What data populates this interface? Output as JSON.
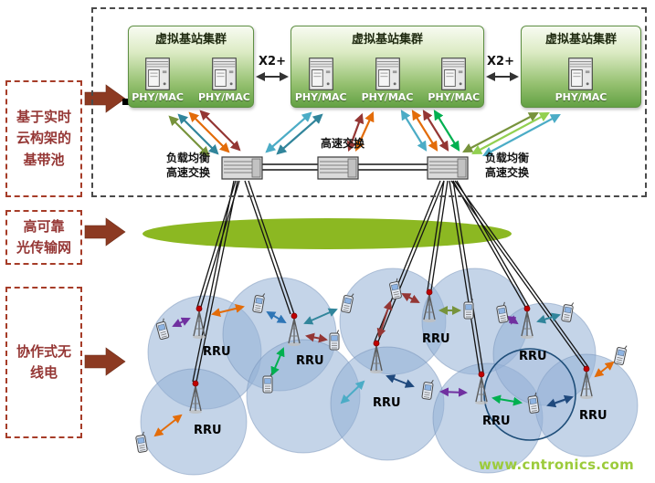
{
  "left_panels": [
    {
      "label": "基于实时\n云构架的\n基带池"
    },
    {
      "label": "高可靠\n光传输网"
    },
    {
      "label": "协作式无\n线电"
    }
  ],
  "clusters": [
    {
      "title": "虚拟基站集群",
      "servers": [
        "PHY/MAC",
        "PHY/MAC"
      ]
    },
    {
      "title": "虚拟基站集群",
      "servers": [
        "PHY/MAC",
        "PHY/MAC",
        "PHY/MAC"
      ]
    },
    {
      "title": "虚拟基站集群",
      "servers": [
        "PHY/MAC"
      ]
    }
  ],
  "x2": {
    "left": "X2+",
    "right": "X2+"
  },
  "switches": {
    "left_label": "负载均衡\n高速交换",
    "middle_label": "高速交换",
    "right_label": "负载均衡\n高速交换"
  },
  "rrus": [
    {
      "label": "RRU"
    },
    {
      "label": "RRU"
    },
    {
      "label": "RRU"
    },
    {
      "label": "RRU"
    },
    {
      "label": "RRU"
    },
    {
      "label": "RRU"
    },
    {
      "label": "RRU"
    },
    {
      "label": "RRU"
    }
  ],
  "watermark": "www.cntronics.com",
  "palette": {
    "panel_maroon": "#953735",
    "block_arrow": "#8C3A22",
    "cluster_green_dark": "#63A144",
    "cluster_green_light": "#F8FBF2",
    "optical_ellipse_green": "#8CB822",
    "cell_blue": "#94B1D6",
    "highlight_circle_navy": "#1F4E79",
    "watermark_green": "#9CCB3B",
    "flow_arrow_colors": [
      "#31859B",
      "#4BACC6",
      "#E36C09",
      "#943634",
      "#77933C",
      "#00B050",
      "#92D050",
      "#1F497D",
      "#7030A0",
      "#2E75B6"
    ]
  },
  "icons": {
    "server": "server-icon",
    "switch": "switch-icon",
    "antenna": "rru-antenna-icon",
    "phone": "mobile-phone-icon"
  }
}
